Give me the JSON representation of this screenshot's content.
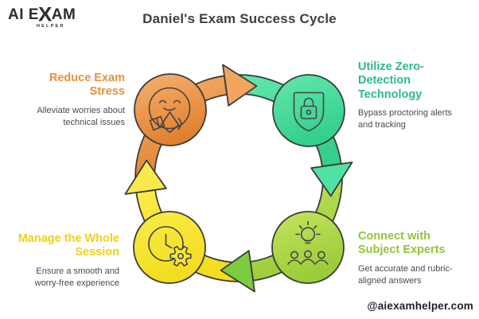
{
  "logo": {
    "prefix": "AI E",
    "x": "X",
    "suffix": "AM",
    "tagline": "HELPER"
  },
  "header": {
    "title": "Daniel's Exam Success Cycle"
  },
  "cycle": {
    "direction": "clockwise",
    "steps": [
      {
        "position": "top-left",
        "heading": "Reduce Exam Stress",
        "body": "Alleviate worries about technical issues",
        "icon": "relieved-face-icon",
        "color": "#E8913F"
      },
      {
        "position": "top-right",
        "heading": "Utilize Zero-Detection Technology",
        "body": "Bypass proctoring alerts and tracking",
        "icon": "shield-lock-icon",
        "color": "#2CBA88"
      },
      {
        "position": "bottom-right",
        "heading": "Connect with Subject Experts",
        "body": "Get accurate and rubric-aligned answers",
        "icon": "team-idea-icon",
        "color": "#94C33C"
      },
      {
        "position": "bottom-left",
        "heading": "Manage the Whole Session",
        "body": "Ensure a smooth and worry-free experience",
        "icon": "clock-gear-icon",
        "color": "#EFD118"
      }
    ]
  },
  "footer": {
    "handle": "@aiexamhelper.com"
  },
  "palette": {
    "outline": "#3C3C3C",
    "orange_light": "#F7B271",
    "orange_dark": "#E1802F",
    "orange_arrow": "#F3A55E",
    "mint_light": "#62E8AD",
    "mint_dark": "#34CE8D",
    "mint_arrow": "#50E2A2",
    "lime_light": "#C6E45E",
    "lime_dark": "#9ACB39",
    "lime_arrow": "#7CCB40",
    "yellow_light": "#FAEC48",
    "yellow_dark": "#F2DD1F",
    "yellow_arrow": "#F8EA4D",
    "body_text": "#4A4A4A",
    "title_text": "#3F3F3F",
    "footer_text": "#1D212B"
  }
}
